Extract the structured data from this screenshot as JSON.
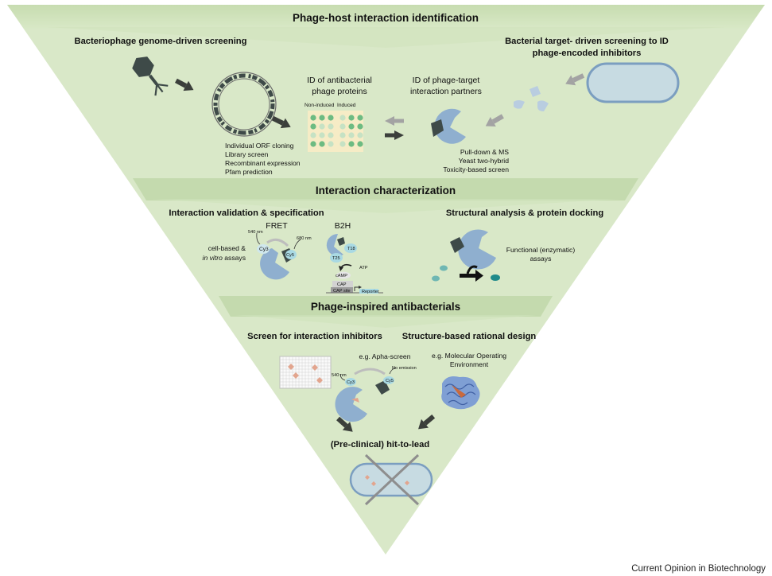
{
  "sections": {
    "s1_title": "Phage-host interaction identification",
    "s2_title": "Interaction characterization",
    "s3_title": "Phage-inspired antibacterials"
  },
  "s1": {
    "left_heading": "Bacteriophage genome-driven screening",
    "right_heading_1": "Bacterial target- driven screening to ID",
    "right_heading_2": "phage-encoded inhibitors",
    "id_proteins_1": "ID of antibacterial",
    "id_proteins_2": "phage proteins",
    "col_noninduced": "Non-induced",
    "col_induced": "Induced",
    "id_partners_1": "ID of phage-target",
    "id_partners_2": "interaction partners",
    "methods_left": [
      "Individual ORF cloning",
      "Library screen",
      "Recombinant expression",
      "Pfam prediction"
    ],
    "methods_right": [
      "Pull-down & MS",
      "Yeast two-hybrid",
      "Toxicity-based screen"
    ]
  },
  "s2": {
    "left_heading": "Interaction validation & specification",
    "right_heading": "Structural analysis & protein docking",
    "fret": "FRET",
    "b2h": "B2H",
    "nm540": "540 nm",
    "nm680": "680 nm",
    "cy3": "Cy3",
    "cy5": "Cy5",
    "assay_1": "cell-based &",
    "assay_2a": "in vitro",
    "assay_2b": " assays",
    "t18": "T18",
    "t25": "T25",
    "atp": "ATP",
    "camp": "cAMP",
    "cap": "CAP",
    "cap_site": "CAP site",
    "reporter": "Reporter",
    "functional_1": "Functional (enzymatic)",
    "functional_2": "assays"
  },
  "s3": {
    "left_heading": "Screen for interaction inhibitors",
    "right_heading": "Structure-based rational design",
    "alpha": "e.g. Apha-screen",
    "nm540": "540 nm",
    "cy3": "Cy3",
    "cy5": "Cy5",
    "no_emission": "No emission",
    "moe_1": "e.g. Molecular Operating",
    "moe_2": "Environment",
    "hit": "(Pre-clinical) hit-to-lead"
  },
  "footer": {
    "journal": "Current Opinion in Biotechnology"
  },
  "colors": {
    "triangle": "#d8e8c6",
    "band": "#c8dcb2",
    "protein_blue": "#8fafcf",
    "phage_dark": "#3e4a48",
    "teal": "#1f8a8a",
    "cy_light": "#a9d9e3",
    "green_dot": "#6dbb82",
    "pale_dot": "#c6e2c4",
    "grid_bg": "#f6ecc6",
    "arrow_dark": "#3b3f3b",
    "arrow_grey": "#a3a3a3",
    "cell_fill": "#c7dbe2",
    "cell_stroke": "#7b9ec0",
    "cross": "#8e8e8e",
    "salmon": "#e2a58e"
  }
}
